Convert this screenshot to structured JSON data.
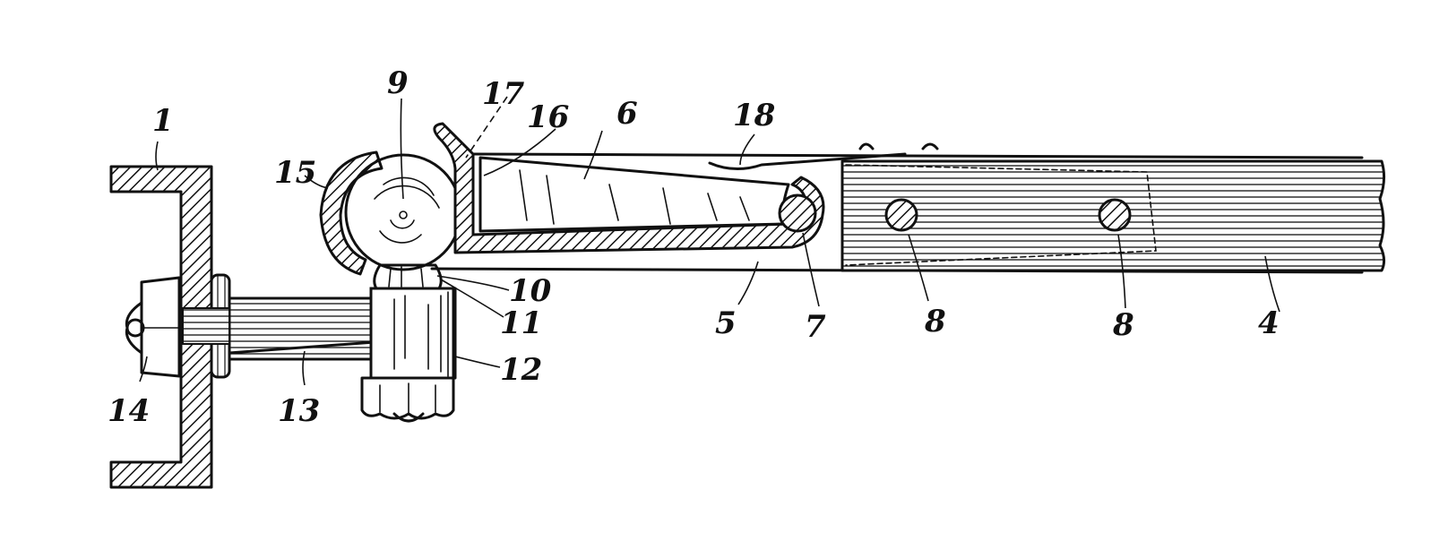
{
  "colors": {
    "ink": "#111111",
    "paper": "#ffffff"
  },
  "labels": {
    "l1": "1",
    "l4": "4",
    "l5": "5",
    "l6": "6",
    "l7": "7",
    "l8a": "8",
    "l8b": "8",
    "l9": "9",
    "l10": "10",
    "l11": "11",
    "l12": "12",
    "l13": "13",
    "l14": "14",
    "l15": "15",
    "l16": "16",
    "l17": "17",
    "l18": "18"
  }
}
